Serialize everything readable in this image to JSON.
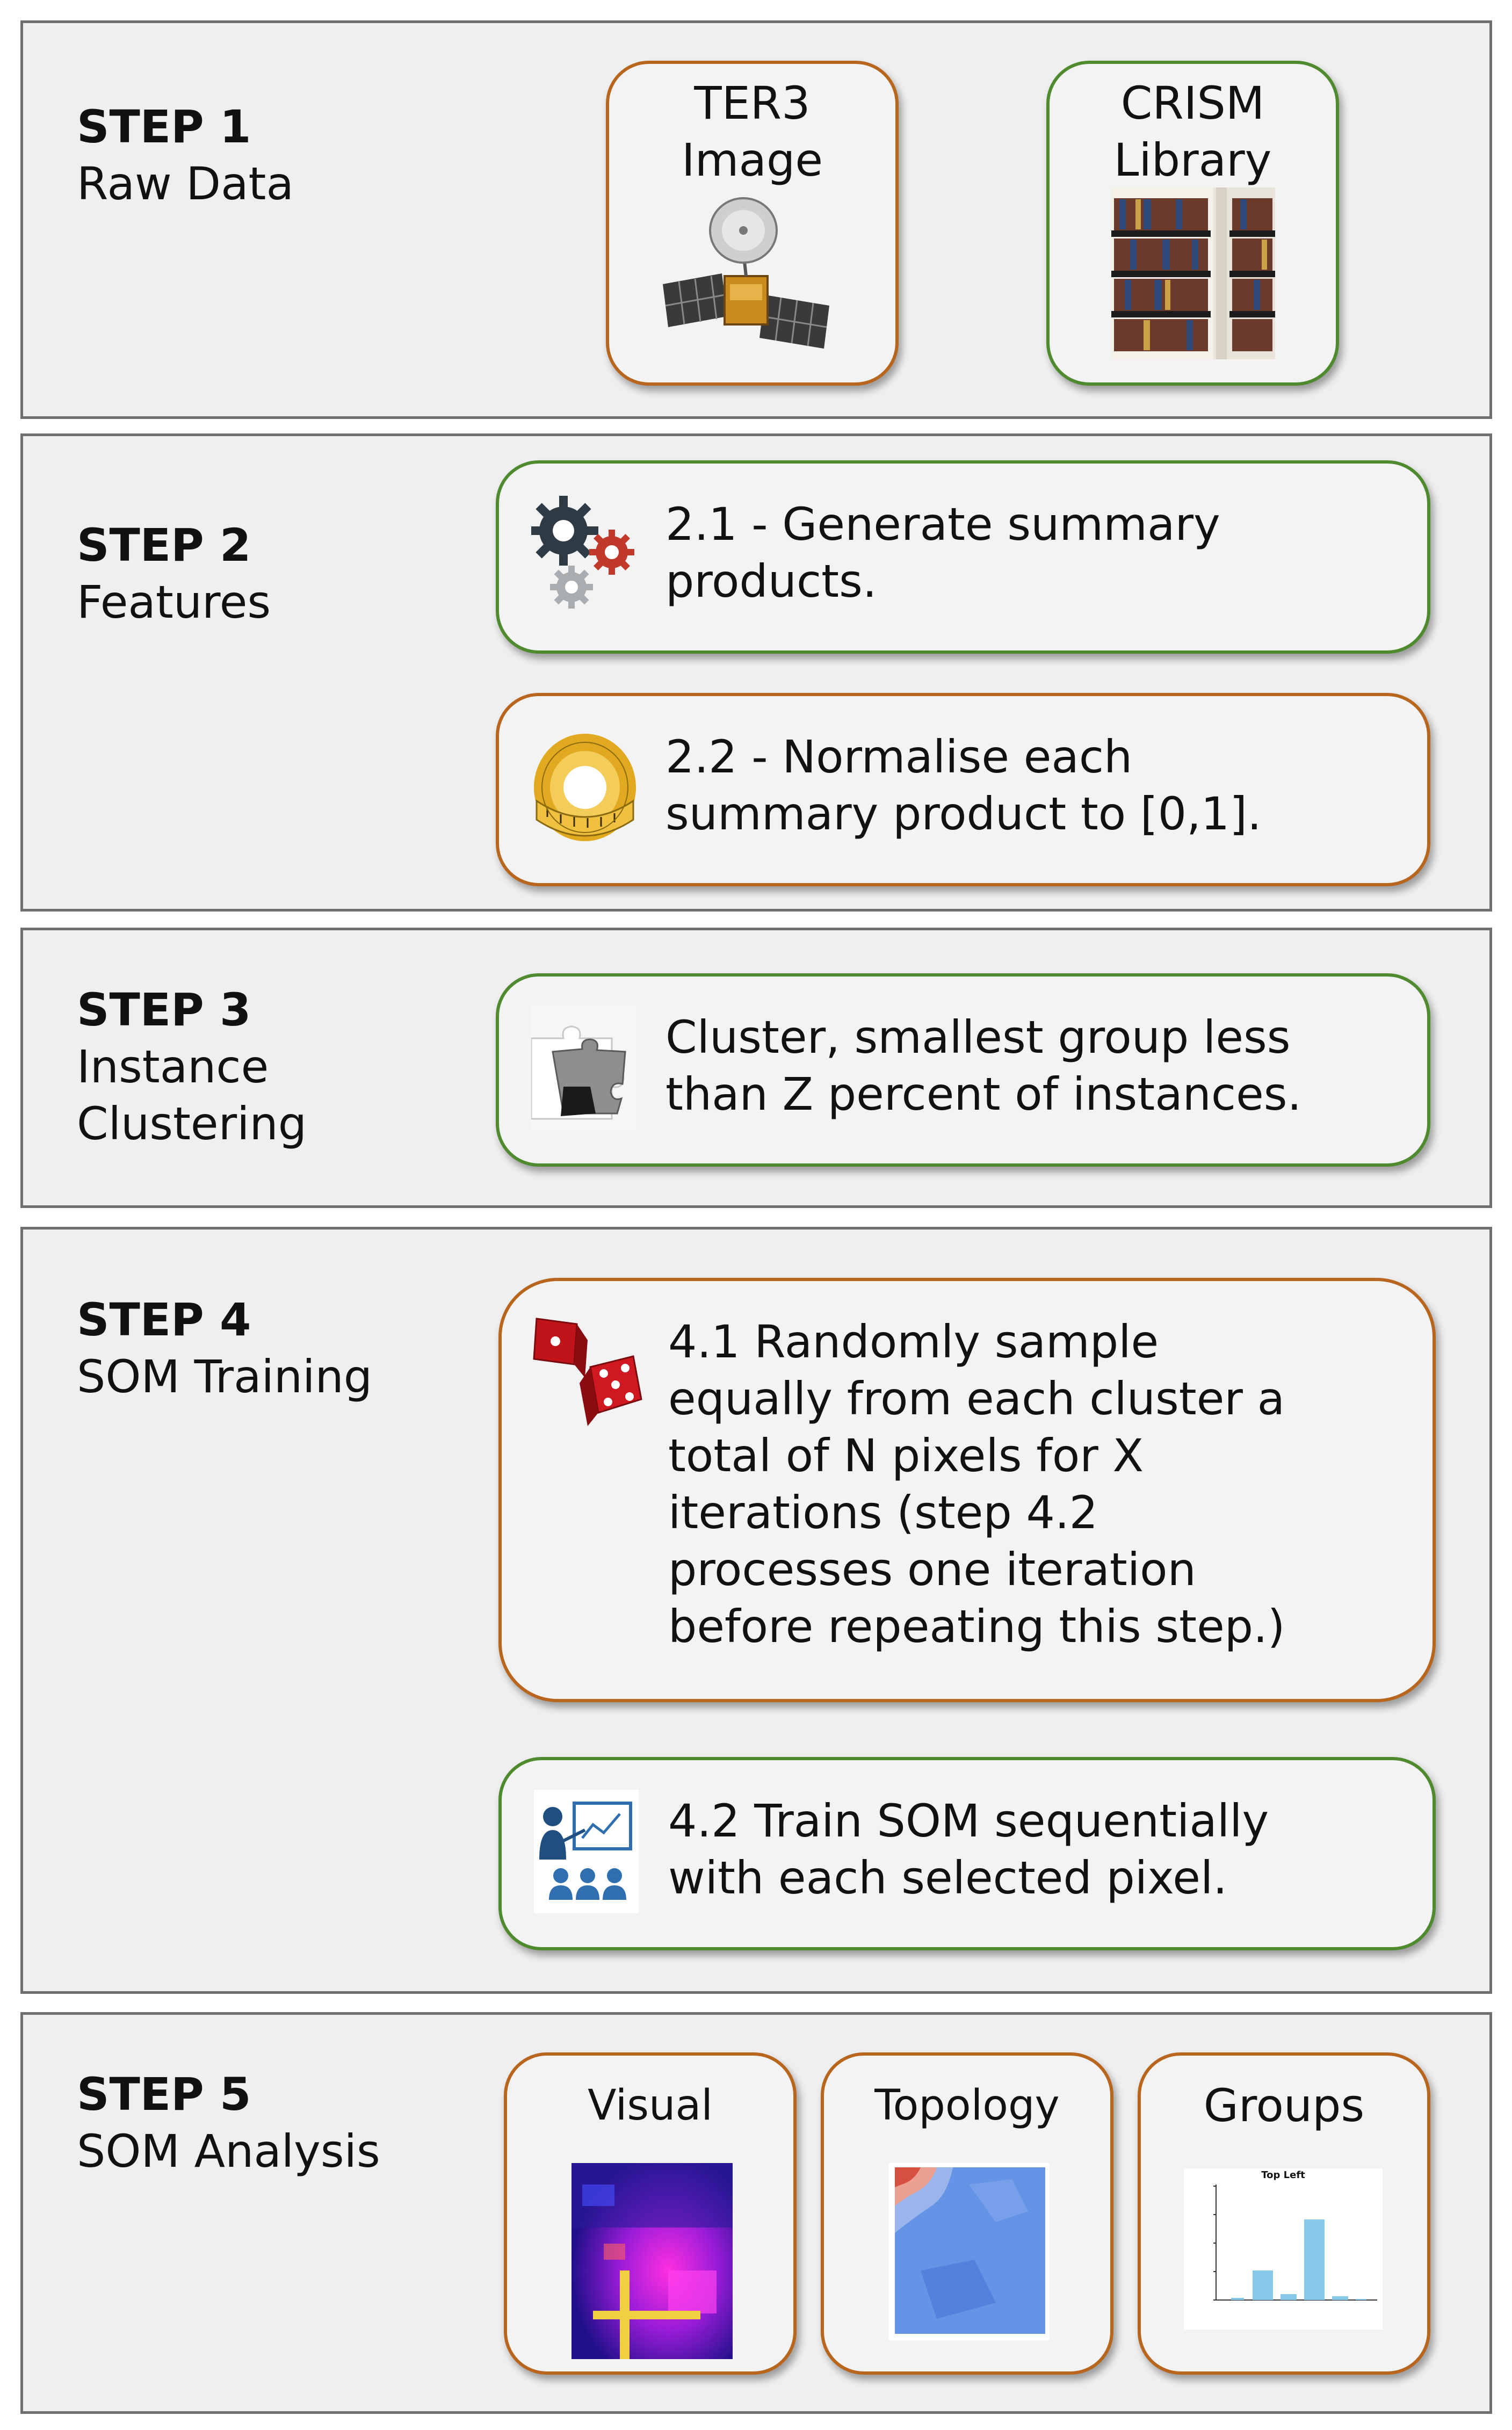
{
  "steps": [
    {
      "title": "STEP 1",
      "subtitle": [
        "Raw Data"
      ]
    },
    {
      "title": "STEP 2",
      "subtitle": [
        "Features"
      ]
    },
    {
      "title": "STEP 3",
      "subtitle": [
        "Instance",
        "Clustering"
      ]
    },
    {
      "title": "STEP 4",
      "subtitle": [
        "SOM Training"
      ]
    },
    {
      "title": "STEP 5",
      "subtitle": [
        "SOM Analysis"
      ]
    }
  ],
  "step1": {
    "ter3": {
      "lines": [
        "TER3",
        "Image"
      ],
      "icon": "satellite-icon"
    },
    "crism": {
      "lines": [
        "CRISM",
        "Library"
      ],
      "icon": "library-icon"
    }
  },
  "step2": {
    "item1": {
      "lines": [
        "2.1 - Generate summary",
        "products."
      ],
      "icon": "gears-icon"
    },
    "item2": {
      "lines": [
        "2.2 - Normalise each",
        "summary product to [0,1]."
      ],
      "icon": "tape-measure-icon"
    }
  },
  "step3": {
    "item": {
      "lines": [
        "Cluster, smallest group less",
        "than Z percent of instances."
      ],
      "icon": "puzzle-icon"
    }
  },
  "step4": {
    "item1": {
      "lines": [
        "4.1 Randomly sample",
        "equally from each cluster a",
        "total of N pixels for X",
        "iterations (step 4.2",
        "processes one iteration",
        "before repeating this step.)"
      ],
      "icon": "dice-icon"
    },
    "item2": {
      "lines": [
        "4.2 Train SOM sequentially",
        "with each selected pixel."
      ],
      "icon": "training-icon"
    }
  },
  "step5": {
    "visual": {
      "label": "Visual",
      "icon": "visual-map-icon"
    },
    "topology": {
      "label": "Topology",
      "icon": "topology-map-icon"
    },
    "groups": {
      "label": "Groups",
      "icon": "groups-chart-icon",
      "chart_title": "Top Left"
    }
  },
  "colors": {
    "green_border": "#4f8a2e",
    "orange_border": "#b8651e",
    "panel_bg": "#efefef"
  }
}
